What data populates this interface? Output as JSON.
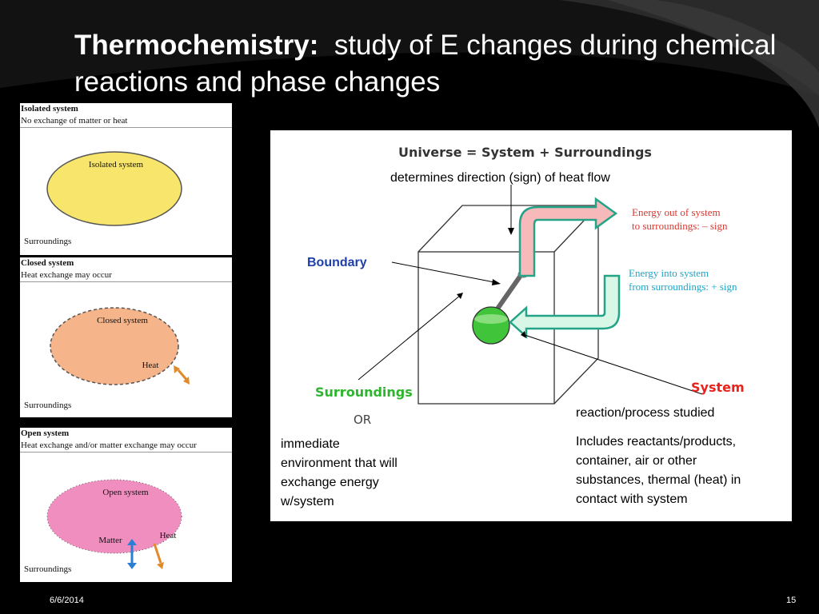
{
  "slide": {
    "title_bold": "Thermochemistry:",
    "title_rest": "study of E changes during chemical reactions and phase changes",
    "date": "6/6/2014",
    "page_number": "15"
  },
  "panels": [
    {
      "head1": "Isolated system",
      "head2": "No exchange of matter or heat",
      "ellipse_label": "Isolated system",
      "surroundings": "Surroundings",
      "fill": "#f7e66b"
    },
    {
      "head1": "Closed system",
      "head2": "Heat exchange may occur",
      "ellipse_label": "Closed system",
      "arrow_label": "Heat",
      "surroundings": "Surroundings",
      "fill": "#f6b48a"
    },
    {
      "head1": "Open system",
      "head2": "Heat exchange and/or matter exchange may occur",
      "ellipse_label": "Open system",
      "arrow_label_1": "Matter",
      "arrow_label_2": "Heat",
      "surroundings": "Surroundings",
      "fill": "#f08ec0"
    }
  ],
  "diagram": {
    "universe": "Universe = System + Surroundings",
    "heat_flow_note": "determines direction (sign) of heat flow",
    "boundary": "Boundary",
    "energy_out_1": "Energy out of system",
    "energy_out_2": "to surroundings: – sign",
    "energy_in_1": "Energy into system",
    "energy_in_2": "from surroundings: + sign",
    "surroundings": "Surroundings",
    "system": "System",
    "or": "OR",
    "reaction_note": "reaction/process studied",
    "surroundings_desc": [
      "immediate",
      "environment that will",
      "exchange energy",
      "w/system"
    ],
    "system_desc": [
      "Includes reactants/products,",
      "container, air or other",
      "substances, thermal (heat) in",
      "contact with system"
    ],
    "colors": {
      "boundary": "#1f3fa8",
      "surroundings": "#2db52d",
      "system": "#e8231d",
      "energy_out": "#d8372f",
      "energy_in": "#1aa6c8"
    }
  }
}
